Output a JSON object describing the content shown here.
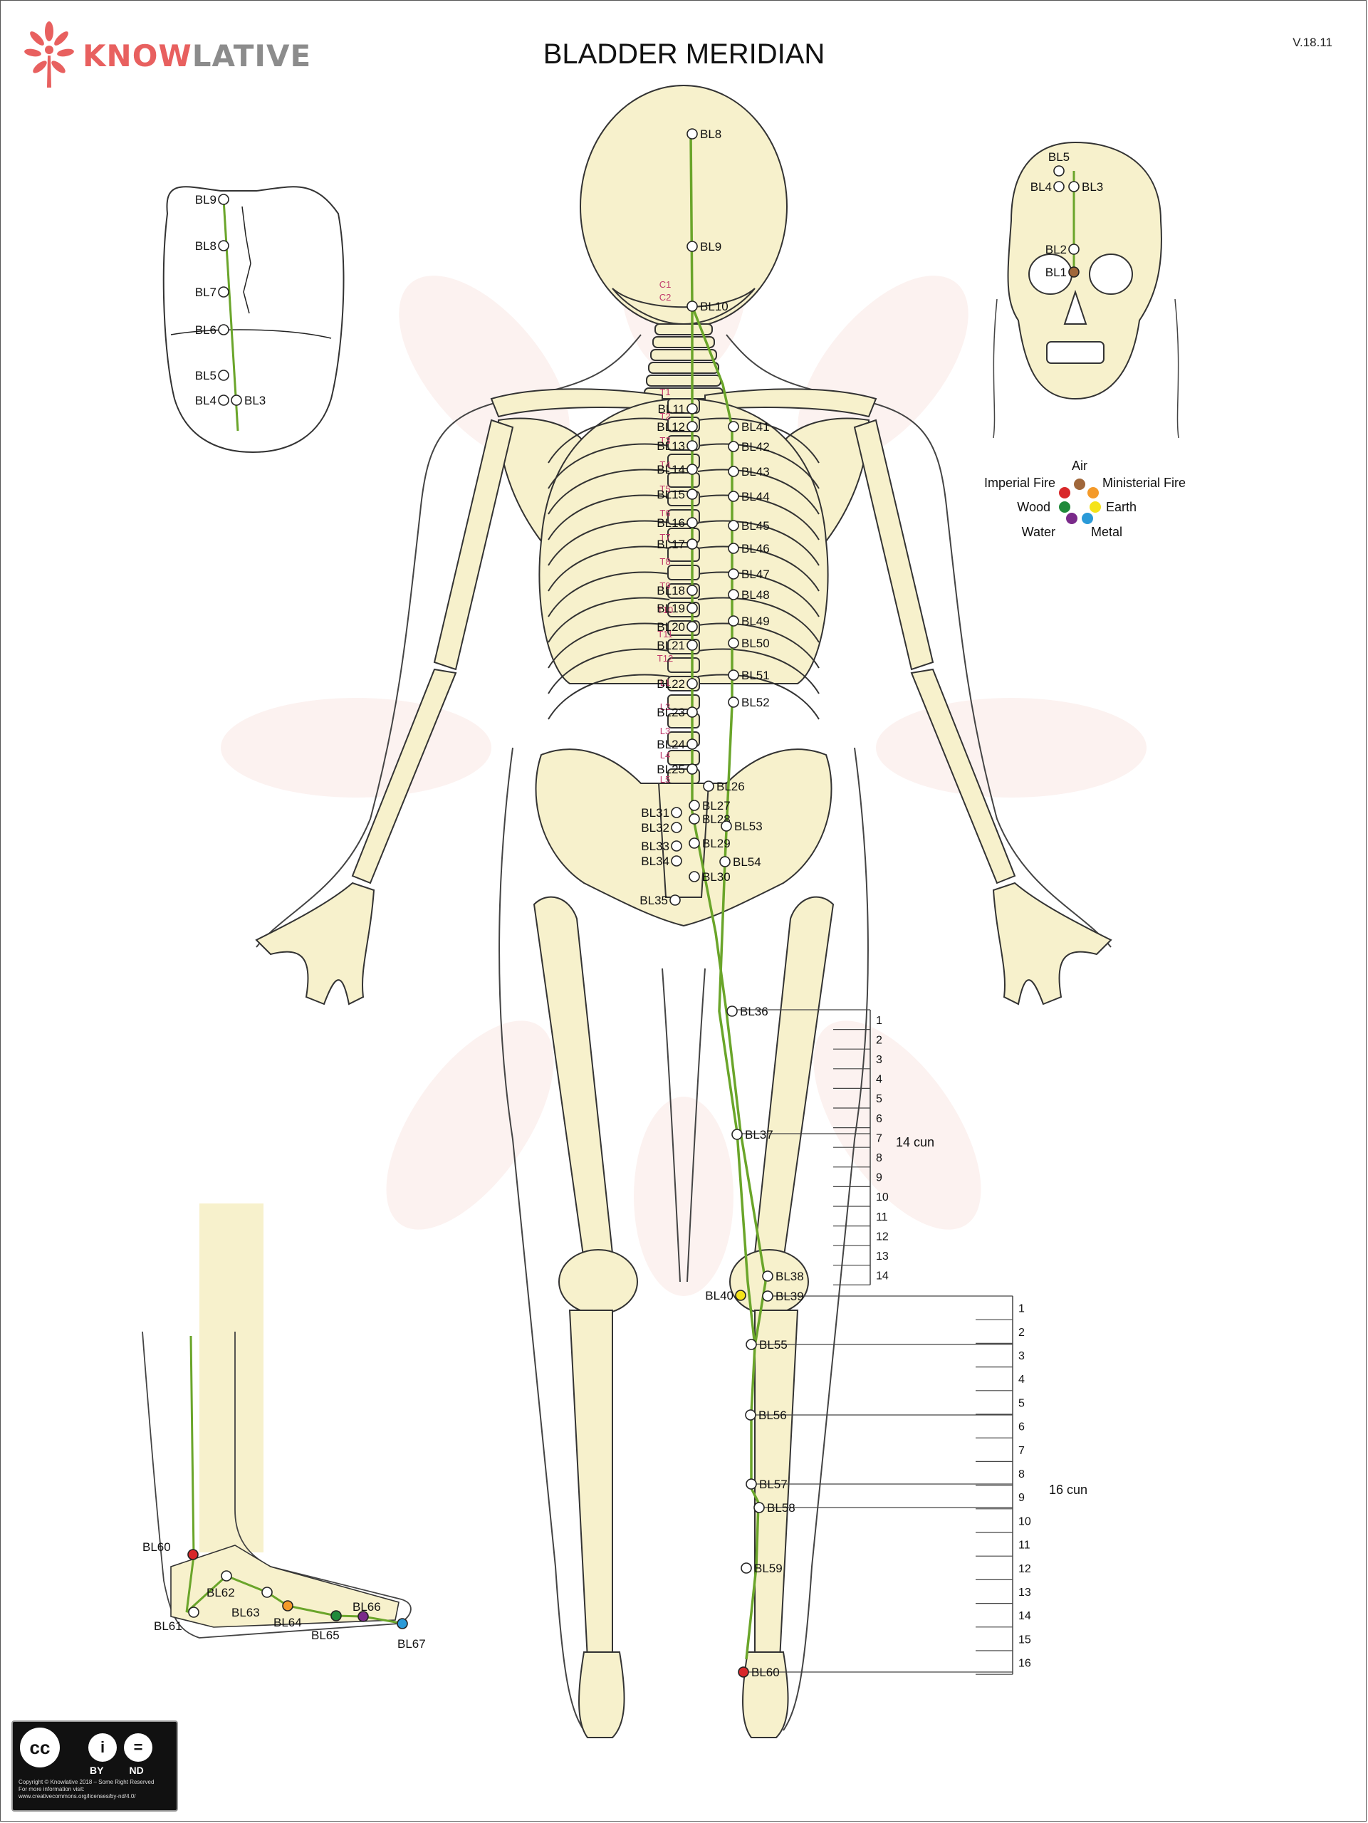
{
  "brand": {
    "name_a": "KNOW",
    "name_b": "LATIVE",
    "color_a": "#e8605f",
    "color_b": "#8c8c8c"
  },
  "title": "BLADDER MERIDIAN",
  "version": "V.18.11",
  "colors": {
    "meridian": "#6aa52a",
    "bone": "#f7f1cc",
    "bone_stroke": "#333333",
    "label": "#111111",
    "vertebra_label": "#c0396b"
  },
  "main_points": [
    {
      "id": "BL8",
      "side": "right"
    },
    {
      "id": "BL9",
      "side": "right"
    },
    {
      "id": "BL10",
      "side": "right"
    },
    {
      "id": "BL11",
      "side": "left"
    },
    {
      "id": "BL12",
      "side": "left"
    },
    {
      "id": "BL13",
      "side": "left"
    },
    {
      "id": "BL14",
      "side": "left"
    },
    {
      "id": "BL15",
      "side": "left"
    },
    {
      "id": "BL16",
      "side": "left"
    },
    {
      "id": "BL17",
      "side": "left"
    },
    {
      "id": "BL18",
      "side": "left"
    },
    {
      "id": "BL19",
      "side": "left"
    },
    {
      "id": "BL20",
      "side": "left"
    },
    {
      "id": "BL21",
      "side": "left"
    },
    {
      "id": "BL22",
      "side": "left"
    },
    {
      "id": "BL23",
      "side": "left"
    },
    {
      "id": "BL24",
      "side": "left"
    },
    {
      "id": "BL25",
      "side": "left"
    },
    {
      "id": "BL26",
      "side": "right"
    },
    {
      "id": "BL27",
      "side": "right"
    },
    {
      "id": "BL28",
      "side": "right"
    },
    {
      "id": "BL29",
      "side": "right"
    },
    {
      "id": "BL30",
      "side": "right"
    },
    {
      "id": "BL31",
      "side": "left"
    },
    {
      "id": "BL32",
      "side": "left"
    },
    {
      "id": "BL33",
      "side": "left"
    },
    {
      "id": "BL34",
      "side": "left"
    },
    {
      "id": "BL35",
      "side": "left"
    },
    {
      "id": "BL36",
      "side": "right"
    },
    {
      "id": "BL37",
      "side": "right"
    },
    {
      "id": "BL38",
      "side": "right"
    },
    {
      "id": "BL39",
      "side": "right"
    },
    {
      "id": "BL40",
      "side": "left"
    },
    {
      "id": "BL41",
      "side": "right"
    },
    {
      "id": "BL42",
      "side": "right"
    },
    {
      "id": "BL43",
      "side": "right"
    },
    {
      "id": "BL44",
      "side": "right"
    },
    {
      "id": "BL45",
      "side": "right"
    },
    {
      "id": "BL46",
      "side": "right"
    },
    {
      "id": "BL47",
      "side": "right"
    },
    {
      "id": "BL48",
      "side": "right"
    },
    {
      "id": "BL49",
      "side": "right"
    },
    {
      "id": "BL50",
      "side": "right"
    },
    {
      "id": "BL51",
      "side": "right"
    },
    {
      "id": "BL52",
      "side": "right"
    },
    {
      "id": "BL53",
      "side": "right"
    },
    {
      "id": "BL54",
      "side": "right"
    },
    {
      "id": "BL55",
      "side": "right"
    },
    {
      "id": "BL56",
      "side": "right"
    },
    {
      "id": "BL57",
      "side": "right"
    },
    {
      "id": "BL58",
      "side": "right"
    },
    {
      "id": "BL59",
      "side": "right"
    },
    {
      "id": "BL60",
      "side": "right"
    }
  ],
  "vertebrae": [
    "C1",
    "C2",
    "T1",
    "T2",
    "T3",
    "T4",
    "T5",
    "T6",
    "T7",
    "T8",
    "T9",
    "T10",
    "T11",
    "T12",
    "L1",
    "L2",
    "L3",
    "L4",
    "L5"
  ],
  "head_top_points": [
    "BL9",
    "BL8",
    "BL7",
    "BL6",
    "BL5",
    "BL4",
    "BL3"
  ],
  "face_points": [
    "BL5",
    "BL4",
    "BL3",
    "BL2",
    "BL1"
  ],
  "foot_points": [
    "BL60",
    "BL62",
    "BL63",
    "BL61",
    "BL64",
    "BL65",
    "BL66",
    "BL67"
  ],
  "elements_legend": [
    {
      "name": "Air",
      "color": "#a0673a"
    },
    {
      "name": "Imperial Fire",
      "color": "#d8282a"
    },
    {
      "name": "Ministerial Fire",
      "color": "#f49a2a"
    },
    {
      "name": "Wood",
      "color": "#1f8a3a"
    },
    {
      "name": "Earth",
      "color": "#f5e31a"
    },
    {
      "name": "Water",
      "color": "#7a2a8a"
    },
    {
      "name": "Metal",
      "color": "#2a9ad8"
    }
  ],
  "thigh_scale": {
    "ticks": [
      "1",
      "2",
      "3",
      "4",
      "5",
      "6",
      "7",
      "8",
      "9",
      "10",
      "11",
      "12",
      "13",
      "14"
    ],
    "label": "14 cun"
  },
  "leg_scale": {
    "ticks": [
      "1",
      "2",
      "3",
      "4",
      "5",
      "6",
      "7",
      "8",
      "9",
      "10",
      "11",
      "12",
      "13",
      "14",
      "15",
      "16"
    ],
    "label": "16 cun"
  },
  "license": {
    "cc": "cc",
    "by": "BY",
    "nd": "ND",
    "fine1": "Copyright © Knowlative 2018 – Some Right Reserved",
    "fine2": "For more information visit:",
    "fine3": "www.creativecommons.org/licenses/by-nd/4.0/"
  }
}
